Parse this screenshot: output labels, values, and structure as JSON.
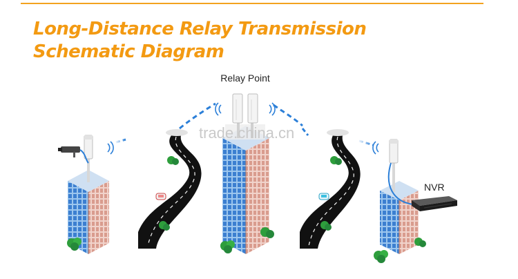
{
  "title": {
    "line1": "Long-Distance Relay Transmission",
    "line2": "Schematic Diagram"
  },
  "labels": {
    "relay_point": "Relay Point",
    "nvr": "NVR"
  },
  "watermark": "trade.china.cn",
  "colors": {
    "accent": "#f39a12",
    "building_side": "#e7b9ad",
    "building_front": "#4f8fd6",
    "wireless_link": "#2b7fd8",
    "road": "#111111",
    "tree": "#2e9e3c"
  }
}
